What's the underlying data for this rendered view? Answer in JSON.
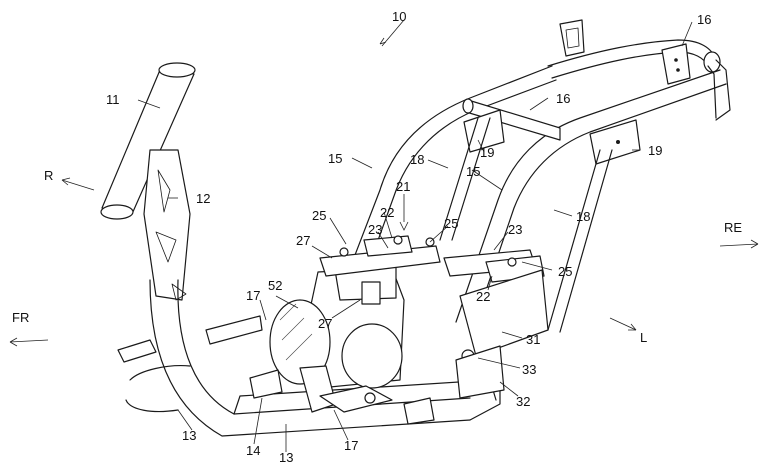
{
  "figure": {
    "ref_numerals": {
      "n10": "10",
      "n11": "11",
      "n12": "12",
      "n13a": "13",
      "n13b": "13",
      "n14": "14",
      "n15a": "15",
      "n15b": "15",
      "n16a": "16",
      "n16b": "16",
      "n17a": "17",
      "n17b": "17",
      "n18a": "18",
      "n18b": "18",
      "n19a": "19",
      "n19b": "19",
      "n21": "21",
      "n22a": "22",
      "n22b": "22",
      "n23a": "23",
      "n23b": "23",
      "n25a": "25",
      "n25b": "25",
      "n25c": "25",
      "n27a": "27",
      "n27b": "27",
      "n31": "31",
      "n32": "32",
      "n33": "33",
      "n52": "52"
    },
    "direction_labels": {
      "r": "R",
      "fr": "FR",
      "re": "RE",
      "l": "L"
    }
  }
}
